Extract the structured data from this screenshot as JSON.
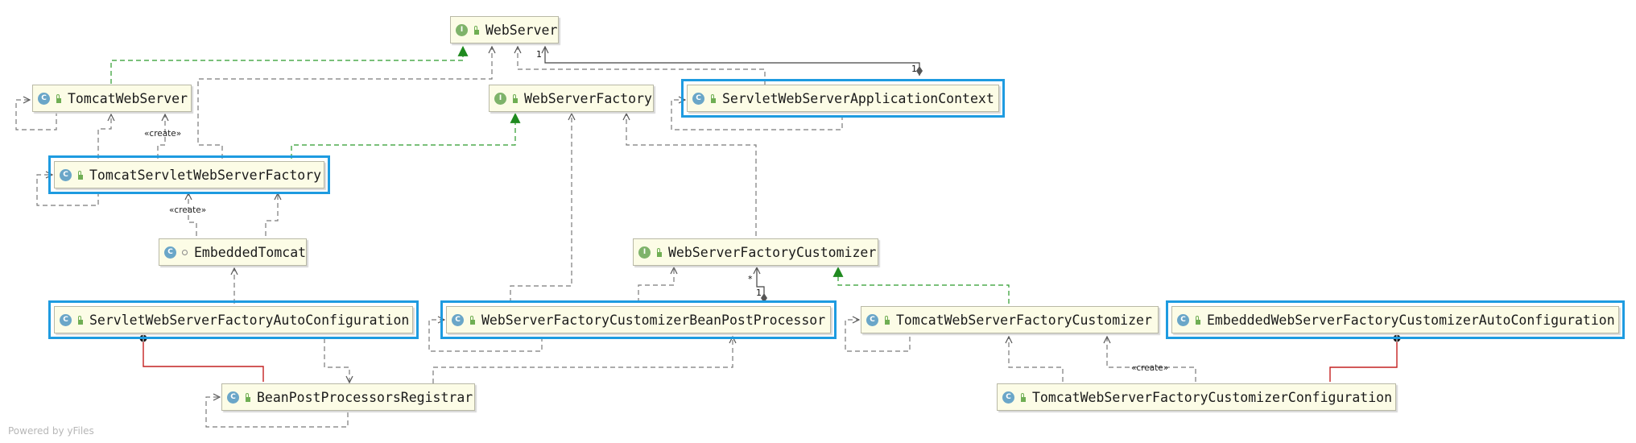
{
  "nodes": {
    "web_server": {
      "name": "WebServer",
      "kind": "I"
    },
    "tomcat_web_server": {
      "name": "TomcatWebServer",
      "kind": "C"
    },
    "web_server_factory": {
      "name": "WebServerFactory",
      "kind": "I"
    },
    "servlet_web_server_app_context": {
      "name": "ServletWebServerApplicationContext",
      "kind": "C"
    },
    "tomcat_servlet_web_server_factory": {
      "name": "TomcatServletWebServerFactory",
      "kind": "C"
    },
    "embedded_tomcat": {
      "name": "EmbeddedTomcat",
      "kind": "C"
    },
    "web_server_factory_customizer": {
      "name": "WebServerFactoryCustomizer",
      "kind": "I"
    },
    "servlet_web_server_factory_auto_config": {
      "name": "ServletWebServerFactoryAutoConfiguration",
      "kind": "C"
    },
    "web_server_factory_customizer_bpp": {
      "name": "WebServerFactoryCustomizerBeanPostProcessor",
      "kind": "C"
    },
    "tomcat_web_server_factory_customizer": {
      "name": "TomcatWebServerFactoryCustomizer",
      "kind": "C"
    },
    "embedded_web_server_factory_customizer_auto_config": {
      "name": "EmbeddedWebServerFactoryCustomizerAutoConfiguration",
      "kind": "C"
    },
    "bean_post_processors_registrar": {
      "name": "BeanPostProcessorsRegistrar",
      "kind": "C"
    },
    "tomcat_web_server_factory_customizer_config": {
      "name": "TomcatWebServerFactoryCustomizerConfiguration",
      "kind": "C"
    }
  },
  "labels": {
    "create_1": "«create»",
    "create_2": "«create»",
    "create_3": "«create»",
    "mult_one_a": "1",
    "mult_one_b": "1",
    "mult_one_c": "1",
    "mult_star": "*"
  },
  "watermark": "Powered by yFiles",
  "colors": {
    "highlight": "#1e9be0",
    "realization": "#2a8a2a",
    "dependency": "#777777",
    "nested": "#c02020",
    "node_fill": "#fcfce6"
  }
}
